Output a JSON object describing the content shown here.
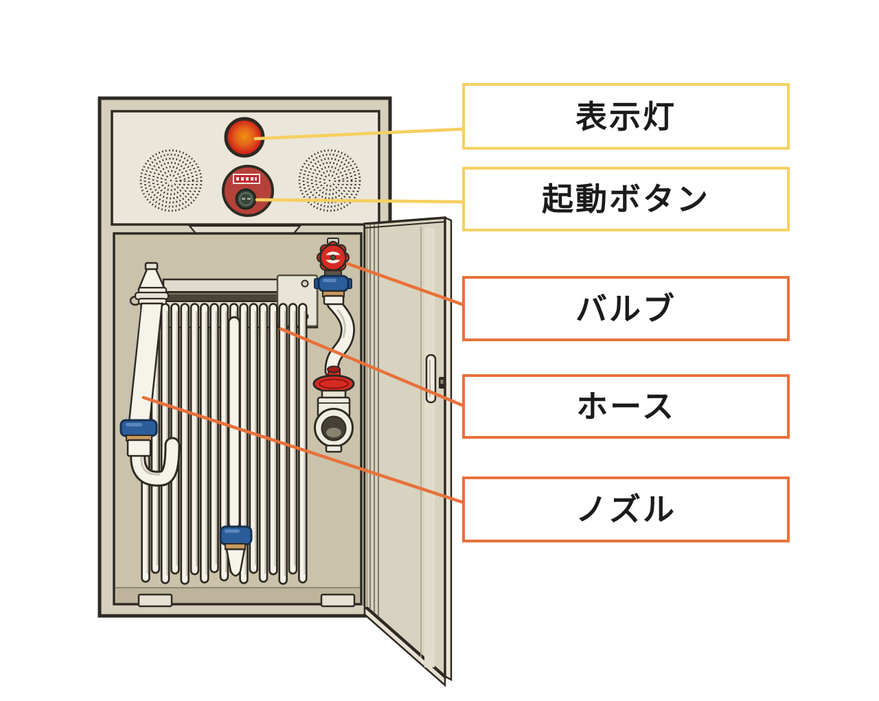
{
  "labels": [
    {
      "text": "表示灯",
      "accent": "#f7d063",
      "leader_color": "#f6cf60"
    },
    {
      "text": "起動ボタン",
      "accent": "#f7d063",
      "leader_color": "#f6cf60"
    },
    {
      "text": "バルブ",
      "accent": "#e8713a",
      "leader_color": "#e8713a"
    },
    {
      "text": "ホース",
      "accent": "#e8713a",
      "leader_color": "#e8713a"
    },
    {
      "text": "ノズル",
      "accent": "#e8713a",
      "leader_color": "#e8713a"
    }
  ],
  "colors": {
    "background": "#ffffff",
    "outline": "#2e2a23",
    "cabinet_face": "#d6cfbe",
    "panel_cream": "#eae6da",
    "interior": "#cbc2ab",
    "door_face": "#d8d2c0",
    "lamp_red": "#d0251a",
    "lamp_glow": "#ef8d13",
    "button_red": "#b5423a",
    "valve_red": "#d62b23",
    "coupling_blue": "#2b5d9b",
    "hose_white": "#f6f3ea"
  }
}
